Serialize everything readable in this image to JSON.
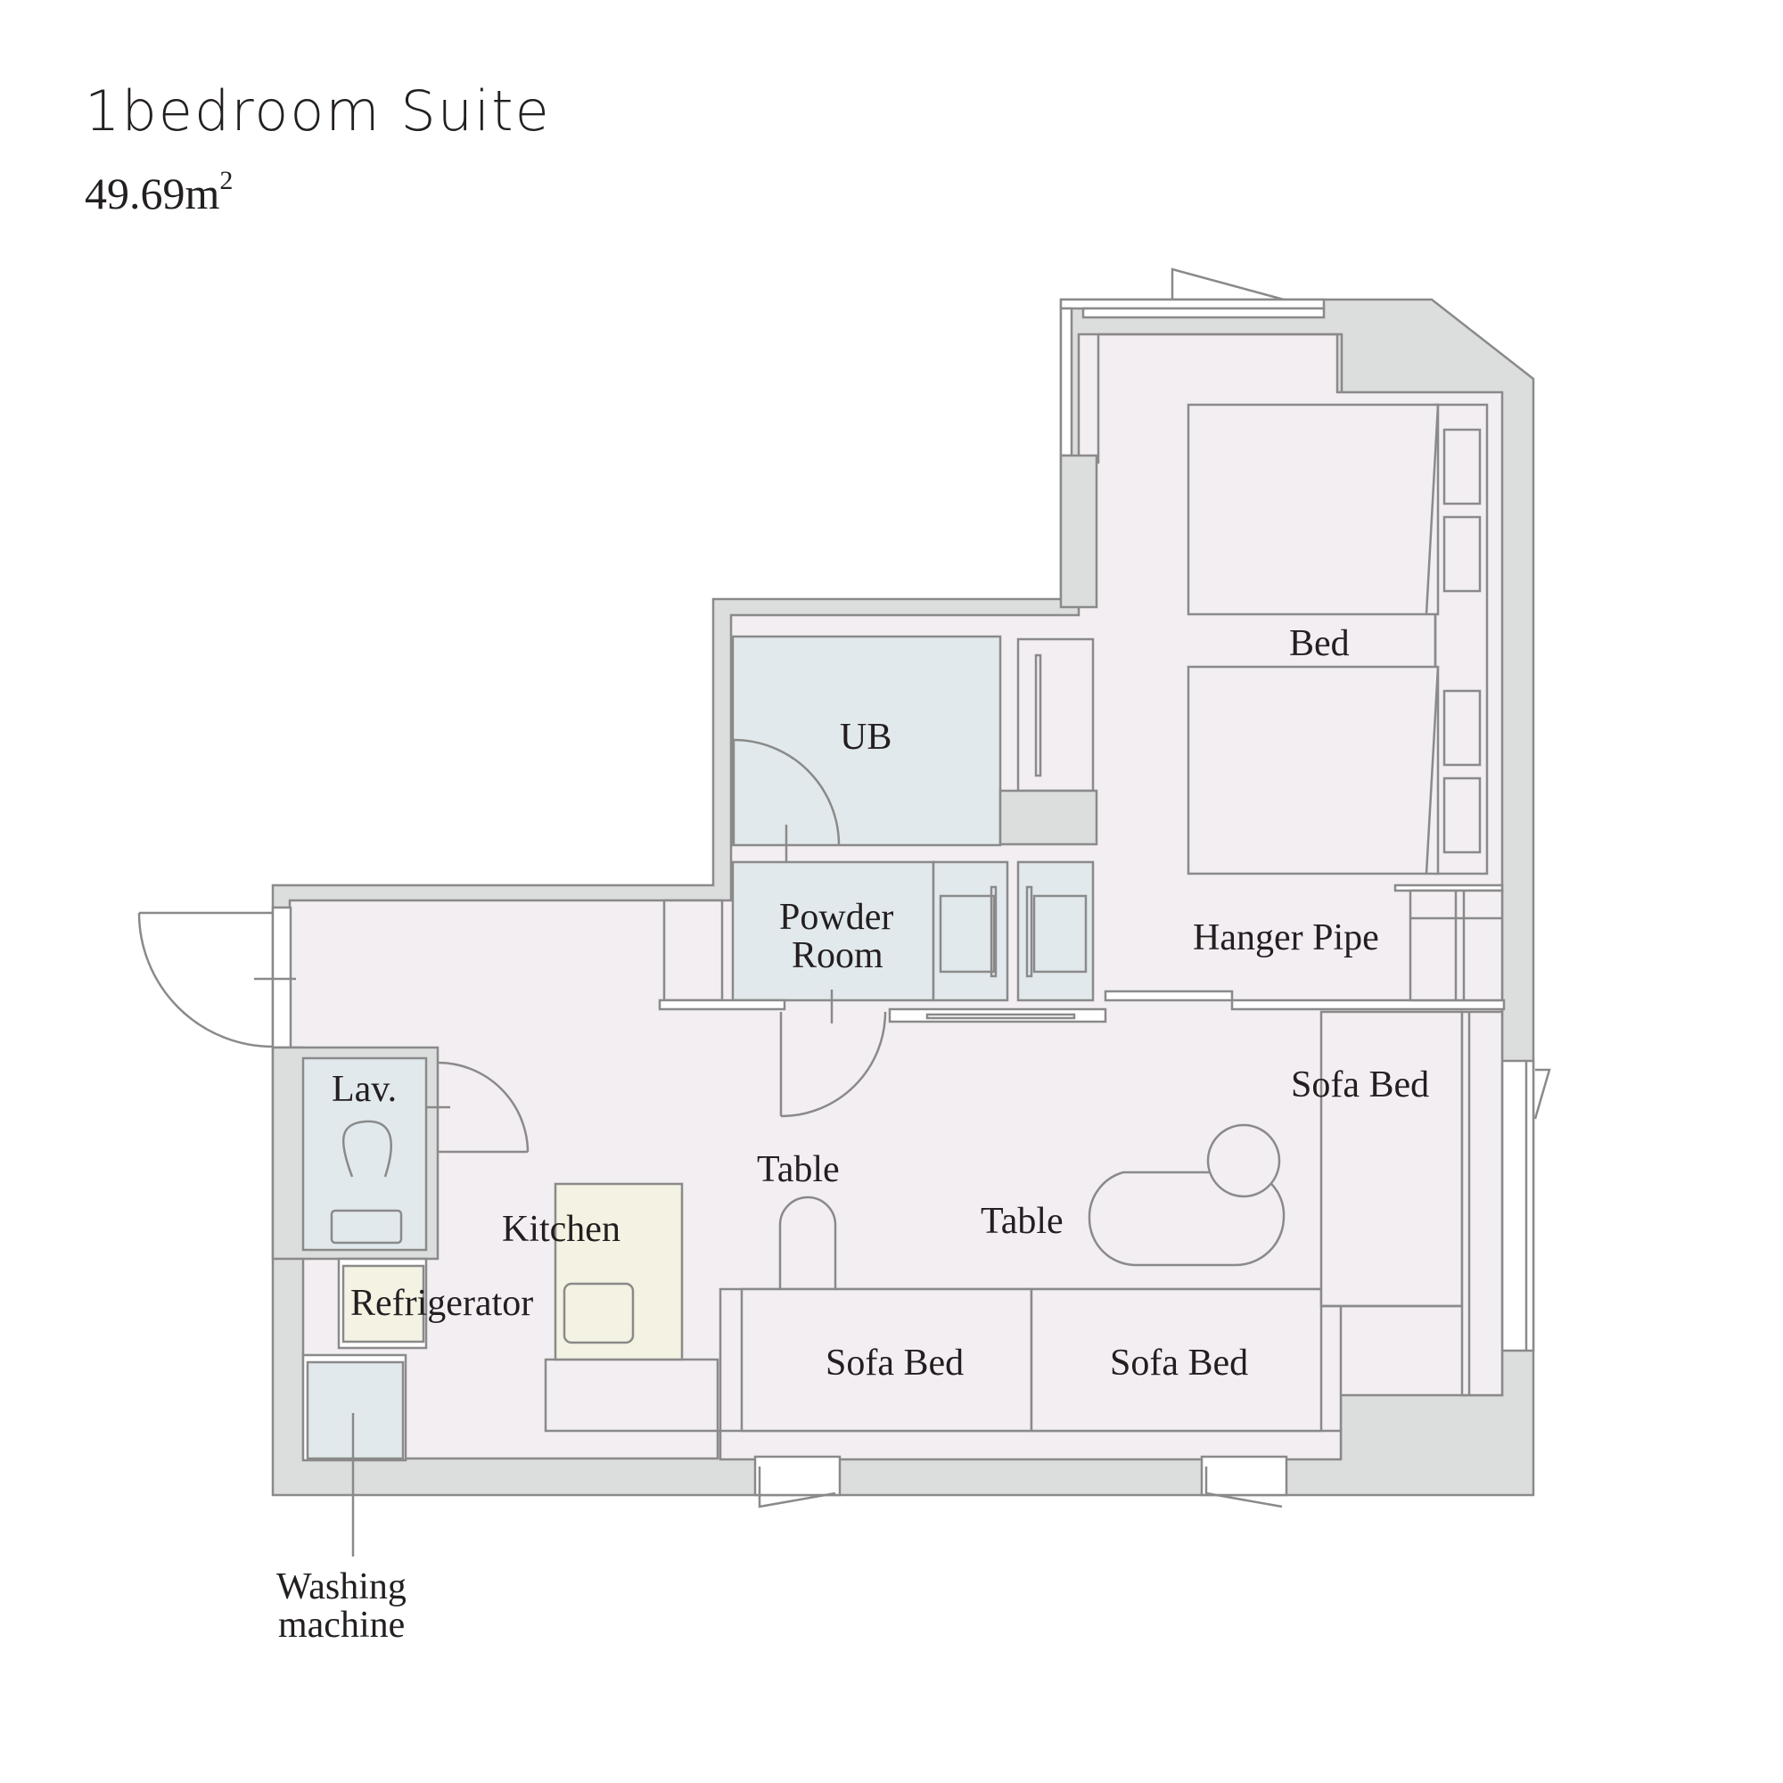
{
  "header": {
    "title": "1bedroom Suite",
    "area_value": "49.69m",
    "area_superscript": "2"
  },
  "labels": {
    "ub": "UB",
    "powder_room_line1": "Powder",
    "powder_room_line2": "Room",
    "bed": "Bed",
    "hanger_pipe": "Hanger Pipe",
    "lav": "Lav.",
    "kitchen": "Kitchen",
    "refrigerator": "Refrigerator",
    "table_1": "Table",
    "table_2": "Table",
    "sofa_bed_1": "Sofa Bed",
    "sofa_bed_2": "Sofa Bed",
    "sofa_bed_3": "Sofa Bed",
    "washing_machine_line1": "Washing",
    "washing_machine_line2": "machine"
  },
  "colors": {
    "wall_fill": "#dcdddd",
    "room_fill": "#f2eef2",
    "wet_area_fill": "#e2e9ec",
    "kitchen_fill": "#f4f2e2",
    "line": "#8a8a8a",
    "text": "#231f20"
  }
}
